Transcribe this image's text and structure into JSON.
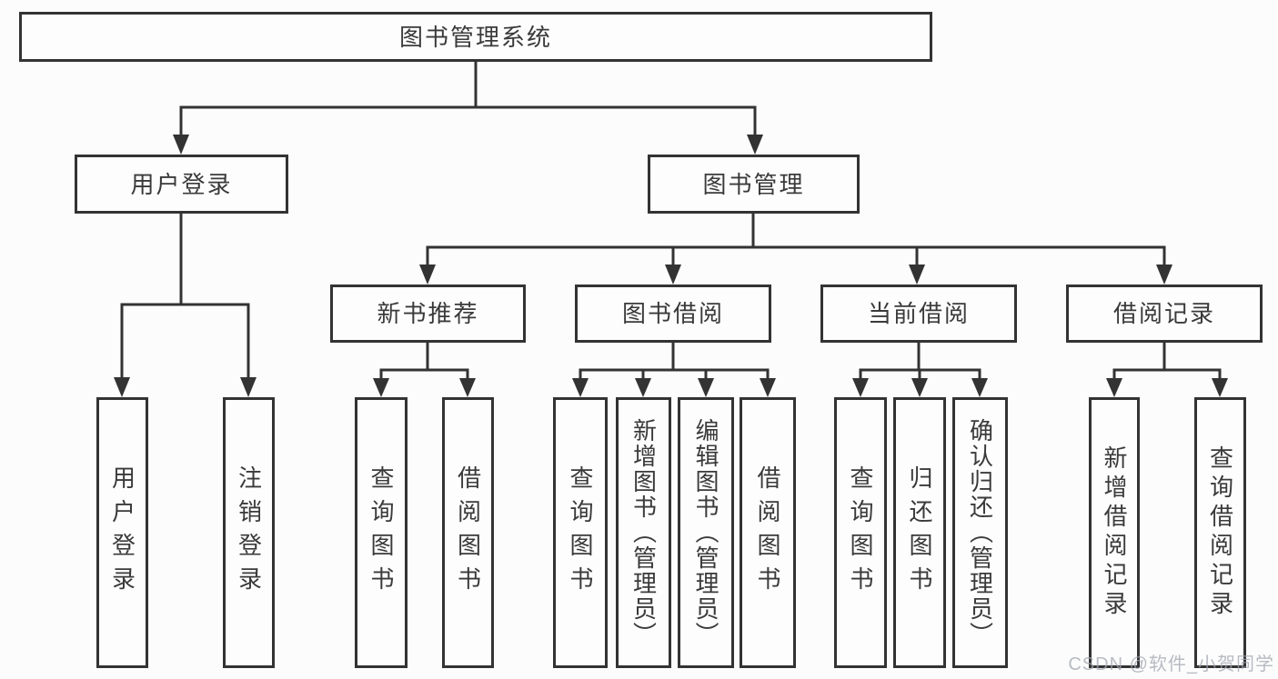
{
  "tree": {
    "label": "图书管理系统",
    "children": [
      {
        "label": "用户登录",
        "children": [
          {
            "label": "用户登录"
          },
          {
            "label": "注销登录"
          }
        ]
      },
      {
        "label": "图书管理",
        "children": [
          {
            "label": "新书推荐",
            "children": [
              {
                "label": "查询图书"
              },
              {
                "label": "借阅图书"
              }
            ]
          },
          {
            "label": "图书借阅",
            "children": [
              {
                "label": "查询图书"
              },
              {
                "label": "新增图书（管理员）"
              },
              {
                "label": "编辑图书（管理员）"
              },
              {
                "label": "借阅图书"
              }
            ]
          },
          {
            "label": "当前借阅",
            "children": [
              {
                "label": "查询图书"
              },
              {
                "label": "归还图书"
              },
              {
                "label": "确认归还（管理员）"
              }
            ]
          },
          {
            "label": "借阅记录",
            "children": [
              {
                "label": "新增借阅记录"
              },
              {
                "label": "查询借阅记录"
              }
            ]
          }
        ]
      }
    ]
  },
  "watermark": "CSDN @软件_小贺同学",
  "colors": {
    "line": "#333333",
    "box_border": "#333333",
    "text": "#3a3a3a",
    "watermark": "#a0a6af",
    "background": "#fcfcfc"
  }
}
